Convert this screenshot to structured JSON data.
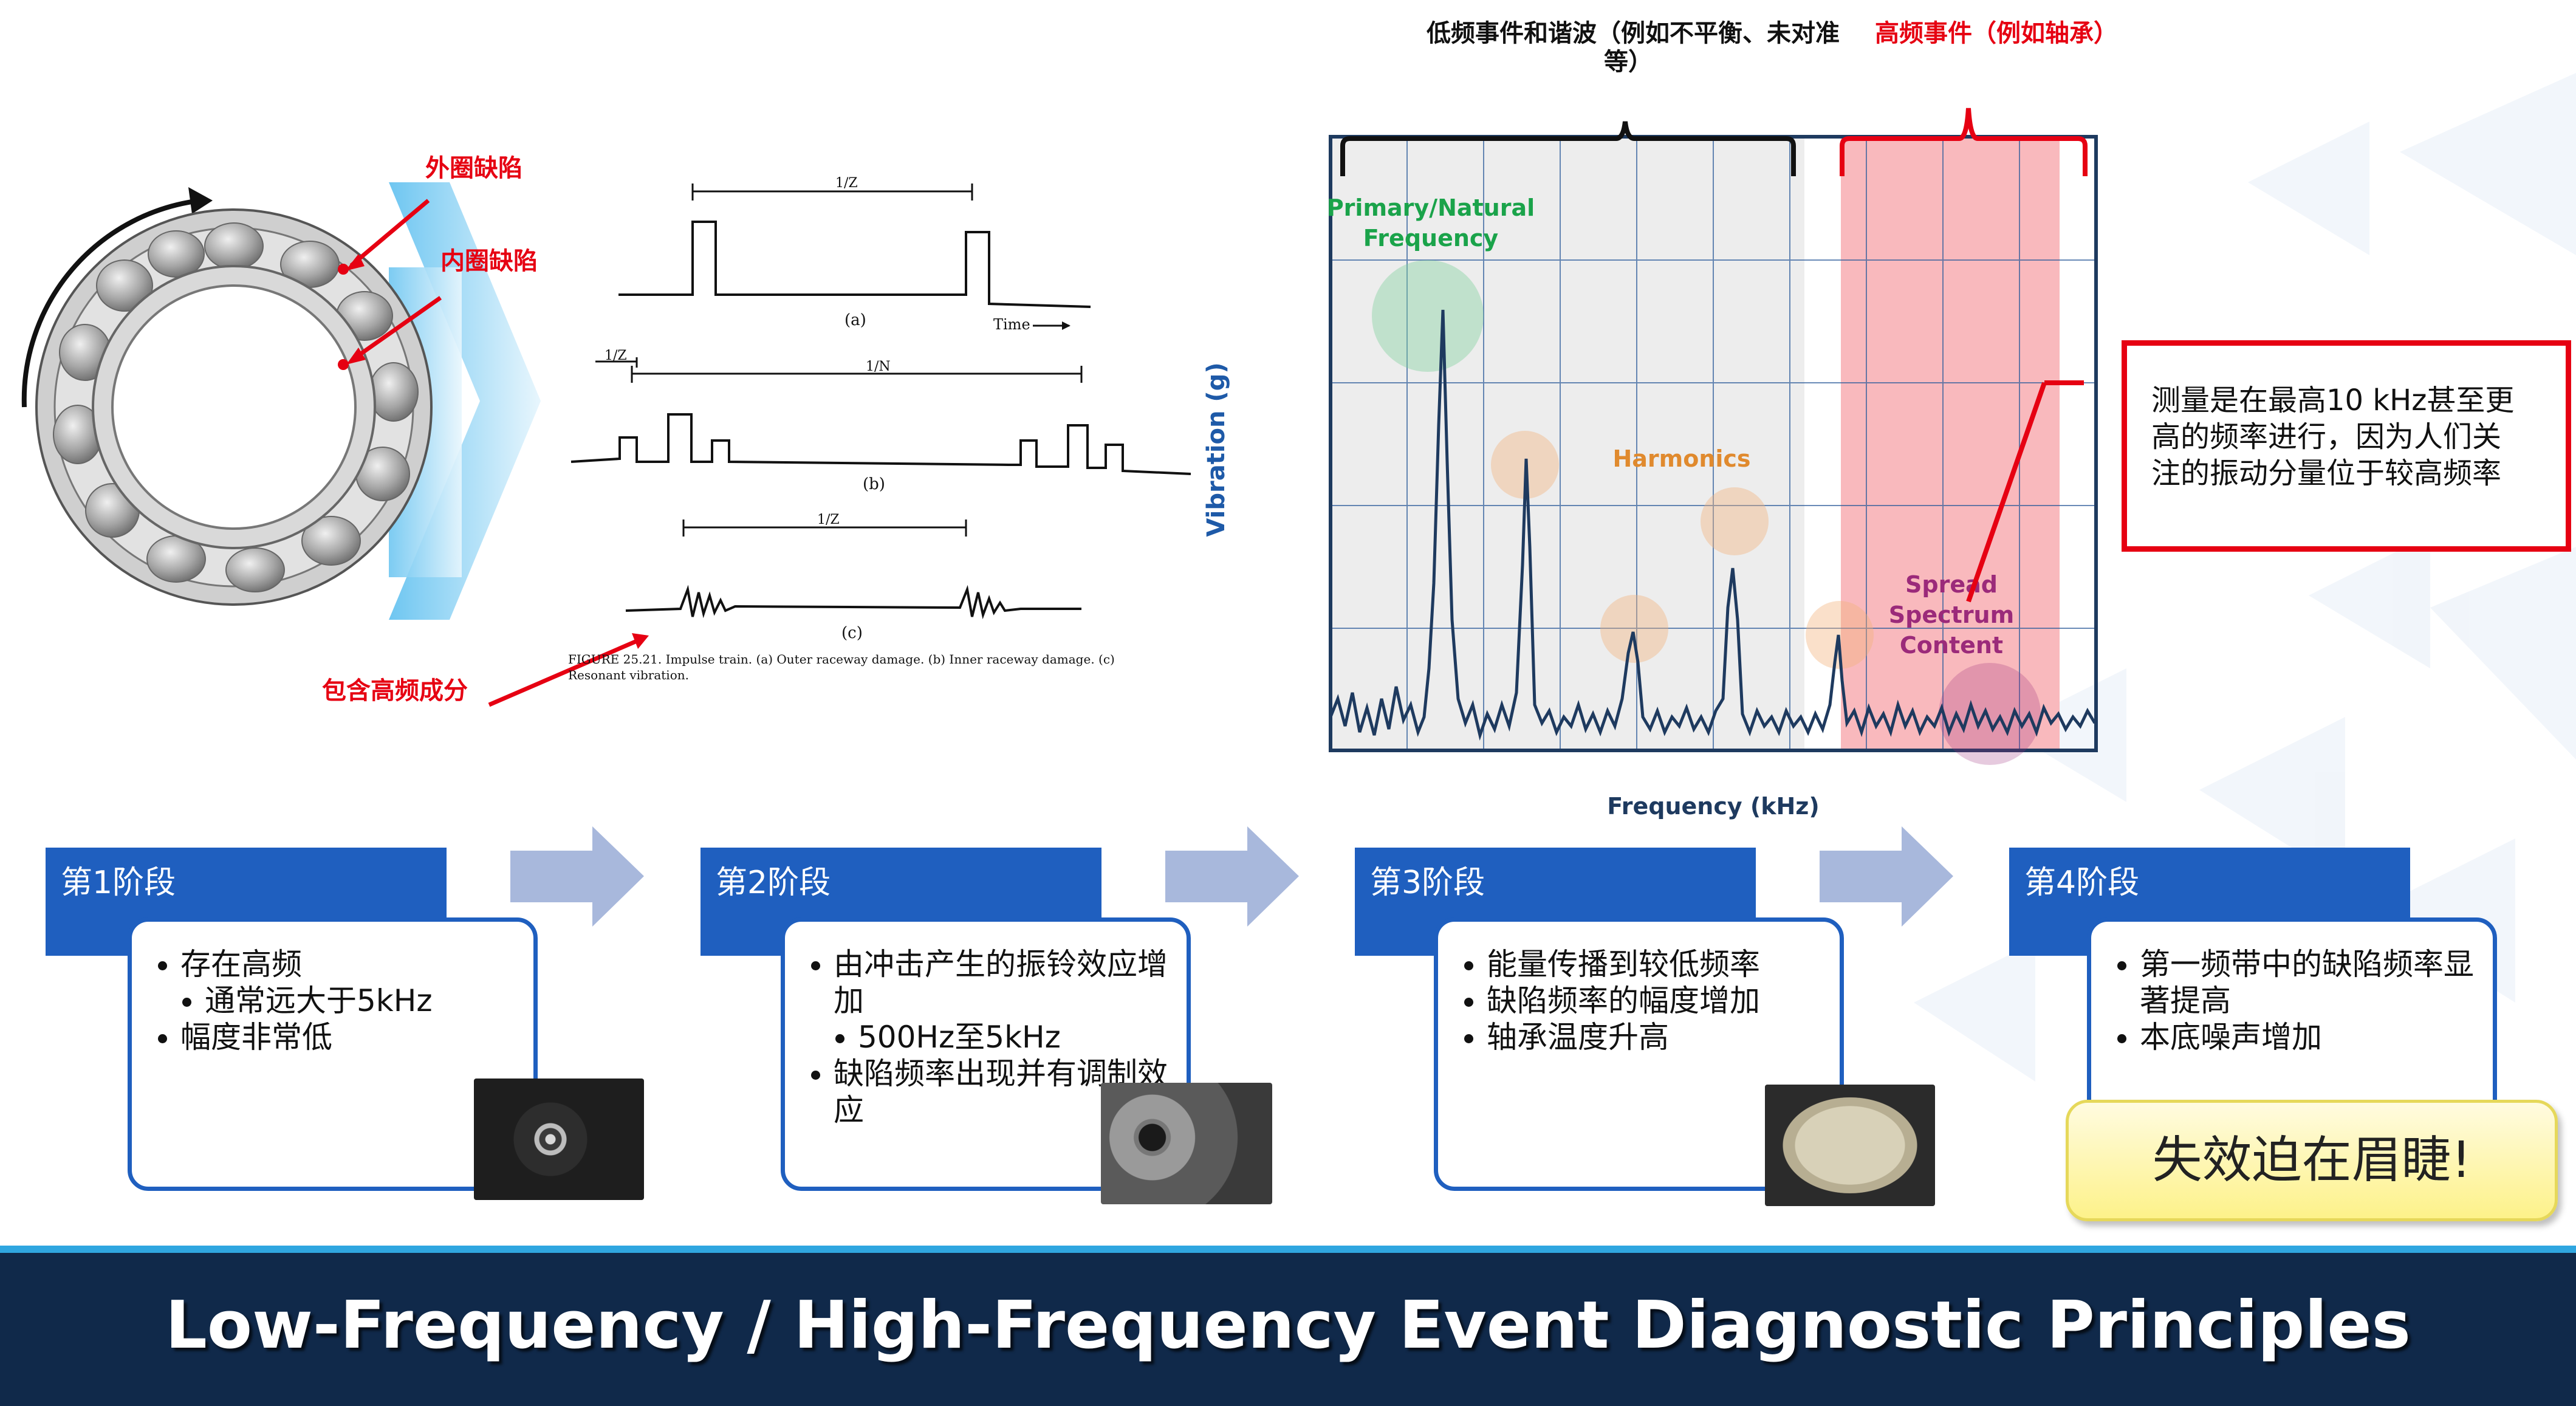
{
  "colors": {
    "red": "#e60012",
    "blue_header": "#1f5fbf",
    "blue_box_border": "#1f5fbf",
    "arrow_blue": "#a8b8dc",
    "footer_bg": "#10294a",
    "footer_accent": "#2fa6e0",
    "spectrum_line": "#1e3a5f",
    "high_freq_band": "#f9b9bd",
    "low_freq_band": "#ededed",
    "green_label": "#1aa34a",
    "orange_label": "#e08a2e",
    "purple_label": "#9b2a7a",
    "vibration_label": "#1e5aa8"
  },
  "bearing": {
    "labels": {
      "outer_defect": "外圈缺陷",
      "inner_defect": "内圈缺陷",
      "high_freq_component": "包含高频成分"
    }
  },
  "impulse_figure": {
    "label_a": "(a)",
    "label_b": "(b)",
    "label_c": "(c)",
    "time_label": "Time",
    "caption_line1": "FIGURE 25.21.  Impulse train. (a) Outer raceway damage. (b) Inner raceway damage. (c)",
    "caption_line2": "Resonant vibration."
  },
  "spectrum": {
    "low_band_label_line1": "低频事件和谐波（例如不平衡、未对准",
    "low_band_label_line2": "等）",
    "high_band_label": "高频事件（例如轴承）",
    "primary_label_line1": "Primary/Natural",
    "primary_label_line2": "Frequency",
    "harmonics_label": "Harmonics",
    "spread_line1": "Spread",
    "spread_line2": "Spectrum",
    "spread_line3": "Content",
    "y_axis_label": "Vibration (g)",
    "x_axis_label": "Frequency (kHz)"
  },
  "callout": {
    "text_line1": "测量是在最高10 kHz甚至更",
    "text_line2": "高的频率进行，因为人们关",
    "text_line3": "注的振动分量位于较高频率"
  },
  "stages": [
    {
      "title": "第1阶段",
      "items": [
        "存在高频",
        "通常远大于5kHz",
        "幅度非常低"
      ]
    },
    {
      "title": "第2阶段",
      "items": [
        "由冲击产生的振铃效应增加",
        "500Hz至5kHz",
        "缺陷频率出现并有调制效应"
      ]
    },
    {
      "title": "第3阶段",
      "items": [
        "能量传播到较低频率",
        "缺陷频率的幅度增加",
        "轴承温度升高"
      ]
    },
    {
      "title": "第4阶段",
      "items": [
        "第一频带中的缺陷频率显著提高",
        "本底噪声增加"
      ]
    }
  ],
  "warning_text": "失效迫在眉睫!",
  "footer_title": "Low-Frequency / High-Frequency Event Diagnostic Principles"
}
